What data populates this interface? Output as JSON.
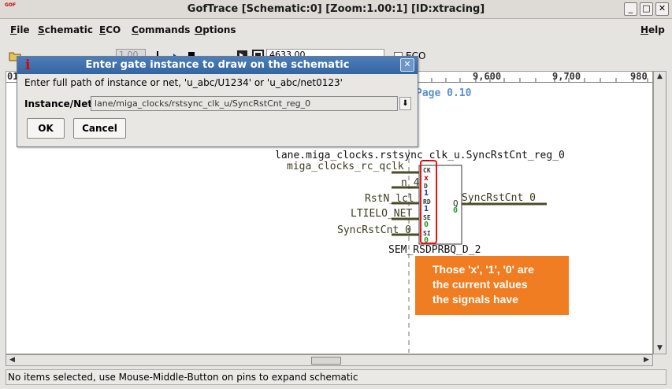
{
  "window": {
    "title": "GofTrace [Schematic:0] [Zoom:1.00:1] [ID:xtracing]",
    "icon_text": "GOF",
    "minimize": "_",
    "maximize": "□",
    "close": "✕"
  },
  "menu": {
    "items": [
      "File",
      "Schematic",
      "ECO",
      "Commands",
      "Options"
    ],
    "help": "Help"
  },
  "toolbar": {
    "zoom_value": "1.00",
    "position_value": "4633.00",
    "eco_label": "ECO"
  },
  "ruler": {
    "labels": [
      "01",
      "9,600",
      "9,700",
      "980"
    ]
  },
  "schematic": {
    "page_label": "Page 0.10",
    "instance_name": "lane.miga_clocks.rstsync_clk_u.SyncRstCnt_reg_0",
    "cell_name": "SEM_RSDPRBQ_D_2",
    "inputs": [
      "miga_clocks_rc_qclk",
      "n_4",
      "RstN_lcl",
      "LTIELO_NET",
      "SyncRstCnt_0"
    ],
    "pins": [
      "CK",
      "x",
      "D",
      "1",
      "RD",
      "1",
      "SE",
      "0",
      "SI",
      "0"
    ],
    "output_pin": "Q",
    "output_value": "0",
    "output_net": "SyncRstCnt_0"
  },
  "callout": {
    "lines": [
      "Those 'x', '1', '0' are",
      "the current values",
      "the signals have"
    ],
    "color": "#f07d22"
  },
  "status": {
    "text": "No items selected, use Mouse-Middle-Button on pins to expand schematic"
  },
  "dialog": {
    "title": "Enter gate instance to draw on the schematic",
    "info_icon": "i",
    "close": "✕",
    "message": "Enter full path of instance or net, 'u_abc/U1234' or 'u_abc/net0123'",
    "label": "Instance/Net:",
    "value": "lane/miga_clocks/rstsync_clk_u/SyncRstCnt_reg_0",
    "dropdown": "⬇",
    "ok": "OK",
    "cancel": "Cancel"
  }
}
